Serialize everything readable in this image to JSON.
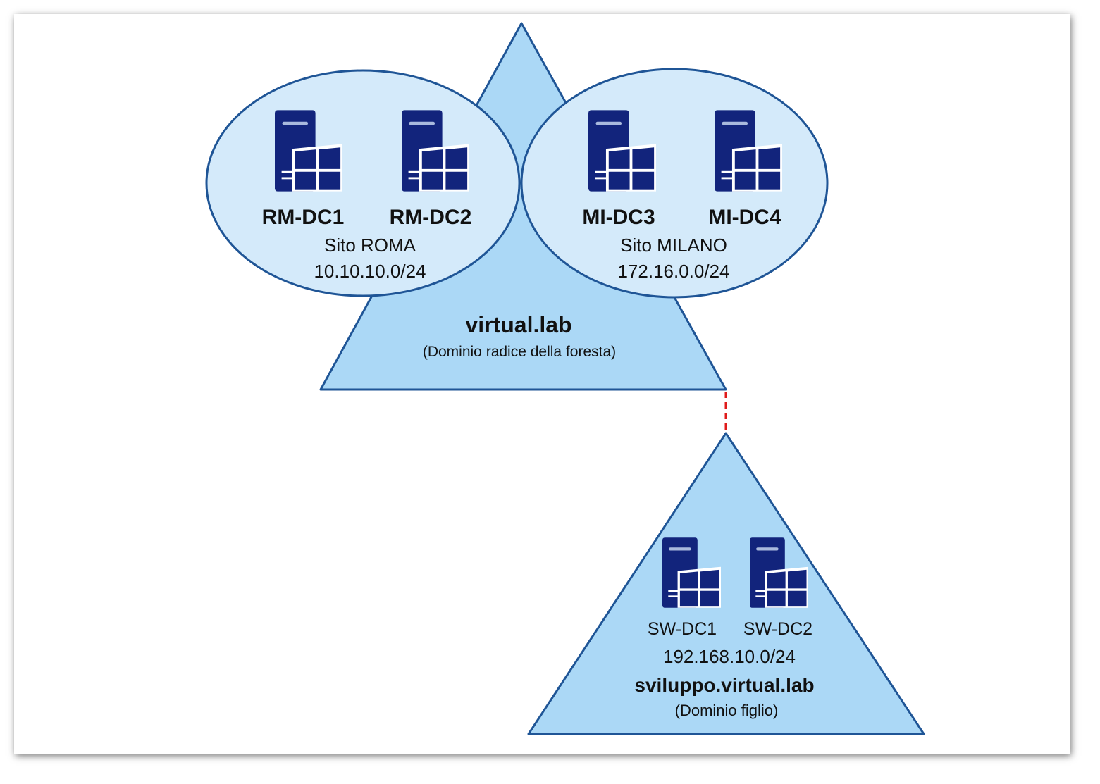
{
  "forest_root": {
    "name": "virtual.lab",
    "description": "(Dominio radice della foresta)",
    "sites": [
      {
        "name": "Sito ROMA",
        "subnet": "10.10.10.0/24",
        "servers": [
          "RM-DC1",
          "RM-DC2"
        ]
      },
      {
        "name": "Sito MILANO",
        "subnet": "172.16.0.0/24",
        "servers": [
          "MI-DC3",
          "MI-DC4"
        ]
      }
    ]
  },
  "child_domain": {
    "name": "sviluppo.virtual.lab",
    "description": "(Dominio figlio)",
    "subnet": "192.168.10.0/24",
    "servers": [
      "SW-DC1",
      "SW-DC2"
    ]
  },
  "icons": {
    "server": "windows-server-icon"
  },
  "colors": {
    "domain_fill": "#abd8f6",
    "site_fill": "#d4eafa",
    "stroke": "#1f5596",
    "server": "#12247c",
    "server_bar": "#a9b9dd",
    "trust_line": "#e01b1b",
    "text": "#111111"
  }
}
